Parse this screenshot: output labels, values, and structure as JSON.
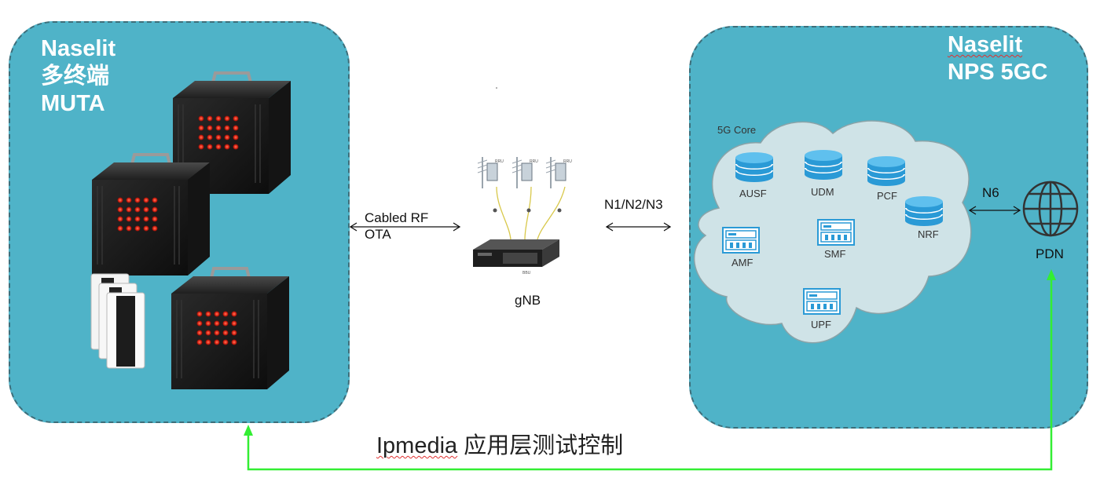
{
  "muta_panel": {
    "title_lines": [
      "Naselit",
      "多终端",
      "MUTA"
    ]
  },
  "core_panel": {
    "title_lines": [
      "Naselit",
      "NPS 5GC"
    ],
    "cloud_label": "5G Core",
    "functions": [
      "AUSF",
      "UDM",
      "PCF",
      "NRF",
      "AMF",
      "SMF",
      "UPF"
    ]
  },
  "gnb": {
    "label": "gNB",
    "rru_labels": [
      "RRU",
      "RRU",
      "RRU"
    ],
    "bbu_label": "BBU"
  },
  "links": {
    "ue_gnb_line1": "Cabled RF",
    "ue_gnb_line2": "OTA",
    "gnb_core": "N1/N2/N3",
    "core_pdn": "N6",
    "pdn_label": "PDN"
  },
  "footer": {
    "control_word": "Ipmedia",
    "control_rest": " 应用层测试控制"
  },
  "colors": {
    "panel_fill": "#4fb3c8",
    "panel_border": "#3d6e7a",
    "cloud_fill": "#cfe3e7",
    "db_icon": "#2a9ad6",
    "control_arrow": "#33ee33",
    "cabinet_led": "#e02818"
  }
}
